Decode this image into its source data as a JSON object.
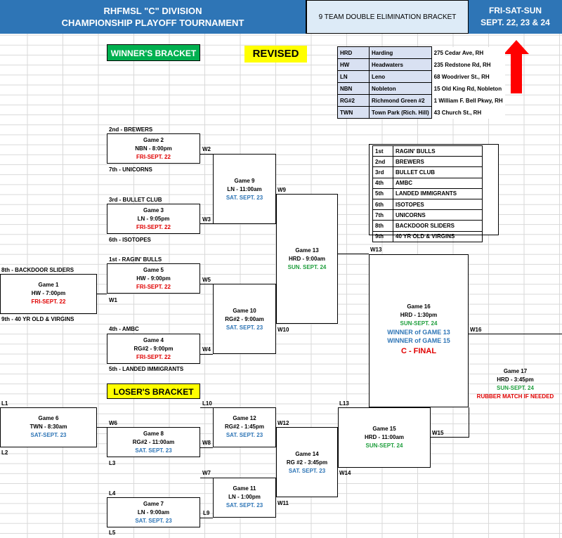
{
  "header": {
    "title_line1": "RHFMSL \"C\" DIVISION",
    "title_line2": "CHAMPIONSHIP PLAYOFF TOURNAMENT",
    "bracket_type": "9 TEAM DOUBLE ELIMINATION BRACKET",
    "dates_line1": "FRI-SAT-SUN",
    "dates_line2": "SEPT. 22, 23 & 24"
  },
  "colors": {
    "header_blue": "#2e75b6",
    "winners_green": "#00b050",
    "yellow": "#ffff00",
    "arrow_red": "#ff0000"
  },
  "winners_bracket_label": "WINNER'S BRACKET",
  "losers_bracket_label": "LOSER'S BRACKET",
  "revised_label": "REVISED",
  "arrow_icon": "up-arrow-icon",
  "locations": [
    {
      "code": "HRD",
      "name": "Harding",
      "address": "275 Cedar Ave, RH"
    },
    {
      "code": "HW",
      "name": "Headwaters",
      "address": "235 Redstone Rd, RH"
    },
    {
      "code": "LN",
      "name": "Leno",
      "address": "68 Woodriver St., RH"
    },
    {
      "code": "NBN",
      "name": "Nobleton",
      "address": "15 Old King Rd, Nobleton"
    },
    {
      "code": "RG#2",
      "name": "Richmond Green #2",
      "address": "1 William F. Bell Pkwy, RH"
    },
    {
      "code": "TWN",
      "name": "Town Park (Rich. Hill)",
      "address": "43 Church St., RH"
    }
  ],
  "standings": [
    {
      "place": "1st",
      "team": "RAGIN' BULLS"
    },
    {
      "place": "2nd",
      "team": "BREWERS"
    },
    {
      "place": "3rd",
      "team": "BULLET CLUB"
    },
    {
      "place": "4th",
      "team": "AMBC"
    },
    {
      "place": "5th",
      "team": "LANDED IMMIGRANTS"
    },
    {
      "place": "6th",
      "team": "ISOTOPES"
    },
    {
      "place": "7th",
      "team": "UNICORNS"
    },
    {
      "place": "8th",
      "team": "BACKDOOR SLIDERS"
    },
    {
      "place": "9th",
      "team": "40 YR OLD & VIRGINS"
    }
  ],
  "seeds": {
    "s2": "2nd - BREWERS",
    "s7": "7th - UNICORNS",
    "s3": "3rd - BULLET CLUB",
    "s6": "6th - ISOTOPES",
    "s1": "1st - RAGIN' BULLS",
    "s8": "8th - BACKDOOR SLIDERS",
    "s9": "9th - 40 YR OLD & VIRGINS",
    "s4": "4th - AMBC",
    "s5": "5th - LANDED IMMIGRANTS"
  },
  "games": {
    "g1": {
      "name": "Game 1",
      "time": "HW - 7:00pm",
      "date": "FRI-SEPT. 22"
    },
    "g2": {
      "name": "Game 2",
      "time": "NBN - 8:00pm",
      "date": "FRI-SEPT. 22"
    },
    "g3": {
      "name": "Game 3",
      "time": "LN - 9:05pm",
      "date": "FRI-SEPT. 22"
    },
    "g4": {
      "name": "Game 4",
      "time": "RG#2 - 9:00pm",
      "date": "FRI-SEPT. 22"
    },
    "g5": {
      "name": "Game 5",
      "time": "HW - 9:00pm",
      "date": "FRI-SEPT. 22"
    },
    "g6": {
      "name": "Game 6",
      "time": "TWN - 8:30am",
      "date": "SAT-SEPT. 23"
    },
    "g7": {
      "name": "Game 7",
      "time": "LN - 9:00am",
      "date": "SAT. SEPT. 23"
    },
    "g8": {
      "name": "Game 8",
      "time": "RG#2 - 11:00am",
      "date": "SAT. SEPT. 23"
    },
    "g9": {
      "name": "Game 9",
      "time": "LN - 11:00am",
      "date": "SAT. SEPT. 23"
    },
    "g10": {
      "name": "Game 10",
      "time": "RG#2 - 9:00am",
      "date": "SAT. SEPT. 23"
    },
    "g11": {
      "name": "Game 11",
      "time": "LN - 1:00pm",
      "date": "SAT. SEPT. 23"
    },
    "g12": {
      "name": "Game 12",
      "time": "RG#2 - 1:45pm",
      "date": "SAT. SEPT. 23"
    },
    "g13": {
      "name": "Game 13",
      "time": "HRD - 9:00am",
      "date": "SUN. SEPT. 24"
    },
    "g14": {
      "name": "Game 14",
      "time": "RG #2 - 3:45pm",
      "date": "SAT. SEPT. 23"
    },
    "g15": {
      "name": "Game 15",
      "time": "HRD - 11:00am",
      "date": "SUN-SEPT. 24"
    },
    "g16": {
      "name": "Game 16",
      "time": "HRD - 1:30pm",
      "date": "SUN-SEPT. 24",
      "line1": "WINNER of GAME 13",
      "line2": "WINNER of GAME 15",
      "final": "C - FINAL"
    },
    "g17": {
      "name": "Game 17",
      "time": "HRD - 3:45pm",
      "date": "SUN-SEPT. 24",
      "note": "RUBBER MATCH IF NEEDED"
    }
  },
  "links": {
    "W1": "W1",
    "W2": "W2",
    "W3": "W3",
    "W4": "W4",
    "W5": "W5",
    "W6": "W6",
    "W7": "W7",
    "W8": "W8",
    "W9": "W9",
    "W10": "W10",
    "W11": "W11",
    "W12": "W12",
    "W13": "W13",
    "W14": "W14",
    "W15": "W15",
    "W16": "W16",
    "L1": "L1",
    "L2": "L2",
    "L3": "L3",
    "L4": "L4",
    "L5": "L5",
    "L9": "L9",
    "L10": "L10",
    "L13": "L13"
  }
}
